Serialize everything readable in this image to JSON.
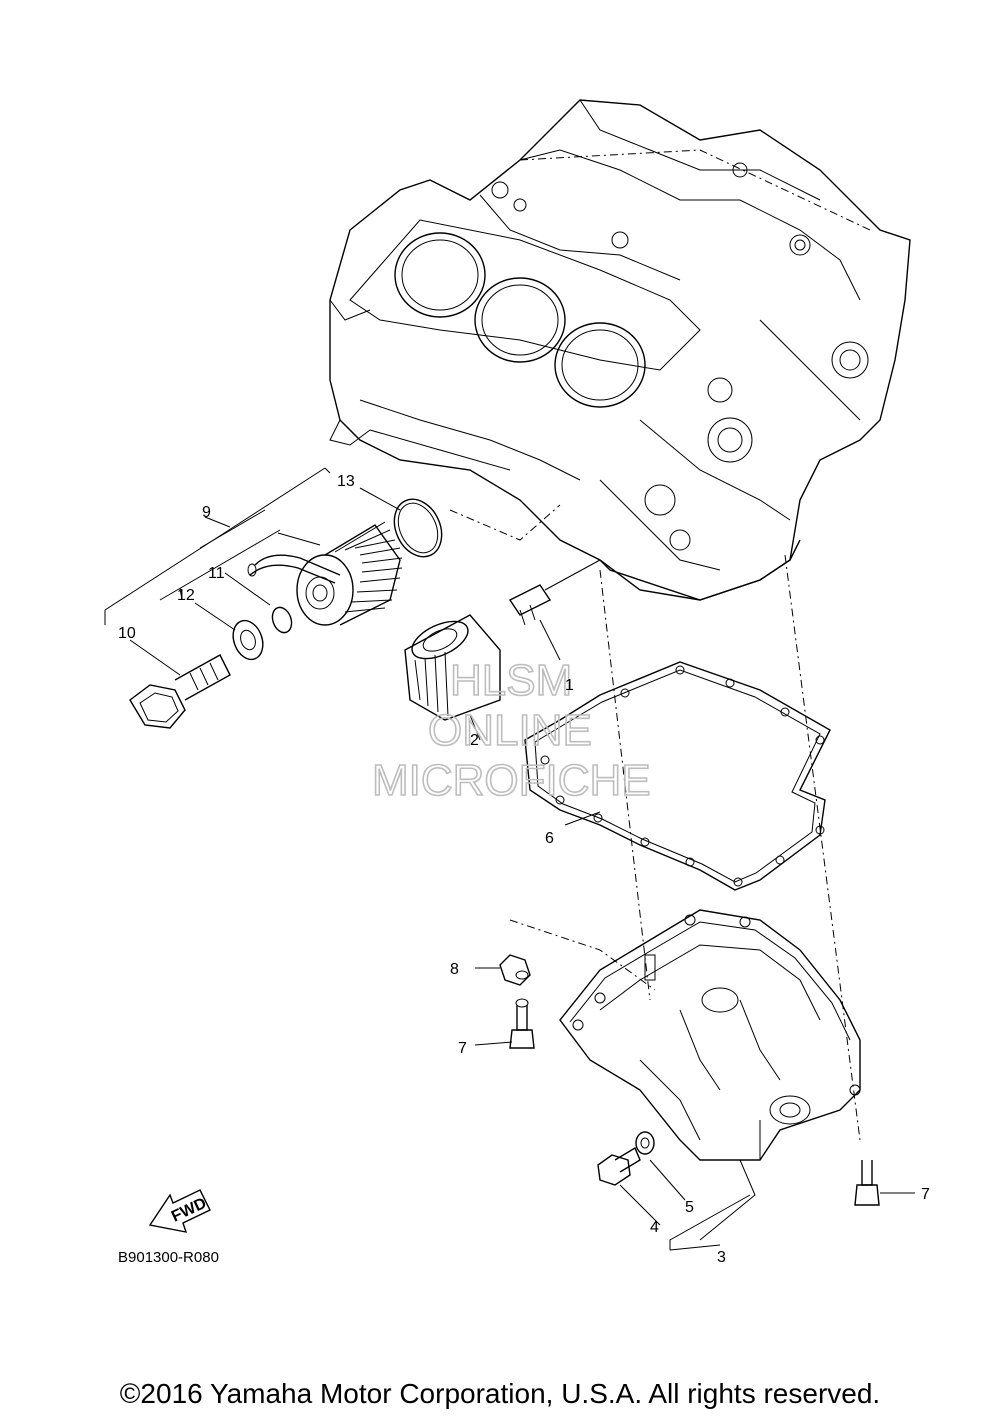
{
  "diagram": {
    "callouts": [
      "1",
      "2",
      "3",
      "4",
      "5",
      "6",
      "7",
      "7",
      "8",
      "9",
      "10",
      "11",
      "12",
      "13"
    ],
    "direction_label": "FWD",
    "reference_code": "B901300-R080",
    "watermark": [
      "HLSM",
      "ONLINE",
      "MICROFICHE"
    ]
  },
  "footer": {
    "copyright": "©2016 Yamaha Motor Corporation, U.S.A. All rights reserved."
  }
}
